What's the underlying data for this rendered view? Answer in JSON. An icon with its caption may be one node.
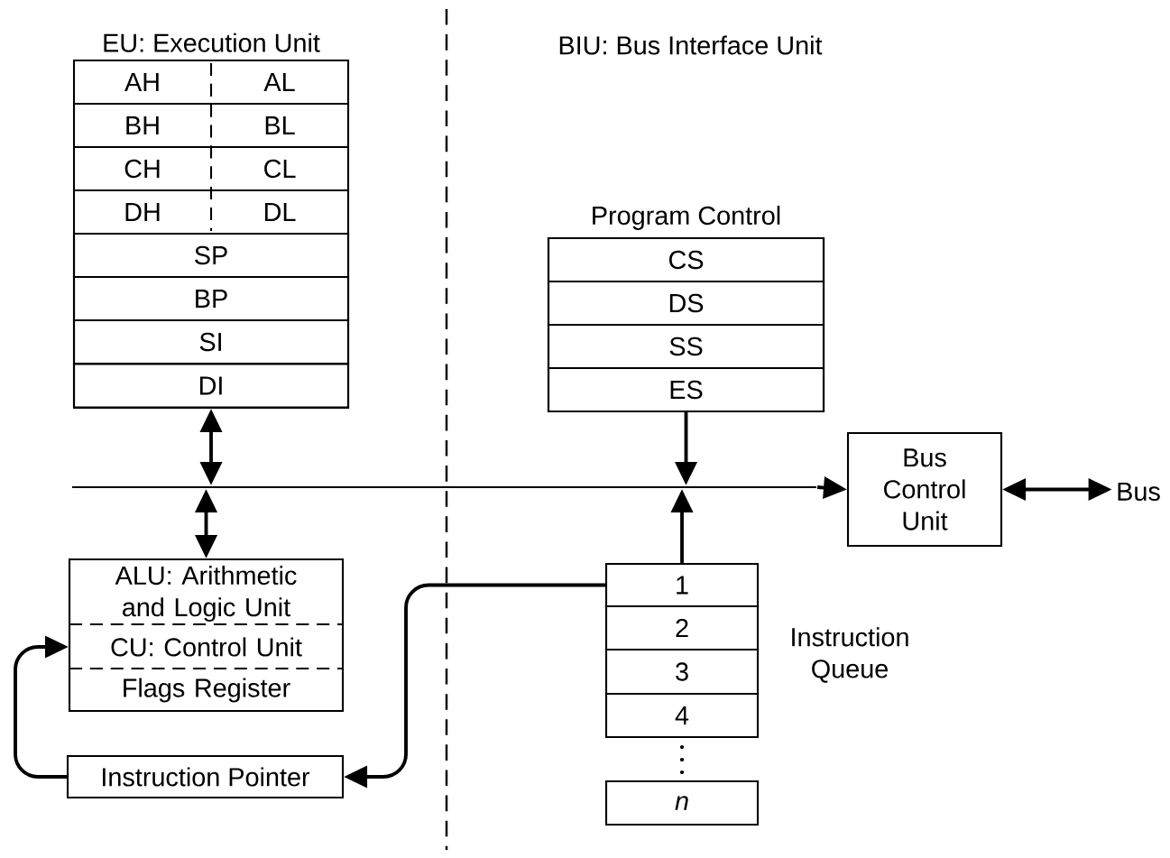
{
  "diagram": {
    "nodes": [
      {
        "text": [
          "EU: Execution Unit"
        ]
      },
      {
        "text": [
          "AH"
        ],
        "in": 0
      },
      {
        "text": [
          "AL"
        ],
        "in": 0
      },
      {
        "text": [
          "BH"
        ],
        "in": 0
      },
      {
        "text": [
          "BL"
        ],
        "in": 0
      },
      {
        "text": [
          "CH"
        ],
        "in": 0
      },
      {
        "text": [
          "CL"
        ],
        "in": 0
      },
      {
        "text": [
          "DH"
        ],
        "in": 0
      },
      {
        "text": [
          "DL"
        ],
        "in": 0
      },
      {
        "text": [
          "SP"
        ],
        "in": 0
      },
      {
        "text": [
          "BP"
        ],
        "in": 0
      },
      {
        "text": [
          "SI"
        ],
        "in": 0
      },
      {
        "text": [
          "DI"
        ],
        "in": 0
      },
      {
        "text": [
          "Program Control"
        ]
      },
      {
        "text": [
          "CS"
        ],
        "in": 13
      },
      {
        "text": [
          "DS"
        ],
        "in": 13
      },
      {
        "text": [
          "SS"
        ],
        "in": 13
      },
      {
        "text": [
          "ES"
        ],
        "in": 13
      },
      {
        "text": [],
        "shape": "bar"
      },
      {
        "text": [
          "ALU: Arithmetic and Logic Unit",
          "CU: Control Unit",
          "Flags Register"
        ]
      },
      {
        "text": [
          "Instruction Pointer"
        ]
      },
      {
        "text": [
          "1"
        ]
      },
      {
        "text": [
          "2"
        ]
      },
      {
        "text": [
          "3"
        ]
      },
      {
        "text": [
          "4"
        ]
      },
      {
        "text": [
          "n"
        ]
      },
      {
        "text": [
          "Bus Control Unit"
        ]
      },
      {
        "text": [
          "Bus"
        ]
      }
    ],
    "edges": [
      {
        "from": 0,
        "to": 18,
        "arrow": "both"
      },
      {
        "from": 18,
        "to": 19,
        "arrow": "both"
      },
      {
        "from": 17,
        "to": 18,
        "arrow": "to"
      },
      {
        "from": 21,
        "to": 18,
        "arrow": "to"
      },
      {
        "from": 18,
        "to": 26,
        "arrow": "to"
      },
      {
        "from": 26,
        "to": 27,
        "arrow": "both"
      },
      {
        "from": 21,
        "to": 20,
        "arrow": "to"
      },
      {
        "from": 20,
        "to": 19,
        "arrow": "to"
      }
    ],
    "labels": [
      "BIU: Bus Interface Unit",
      "Instruction Queue"
    ]
  }
}
